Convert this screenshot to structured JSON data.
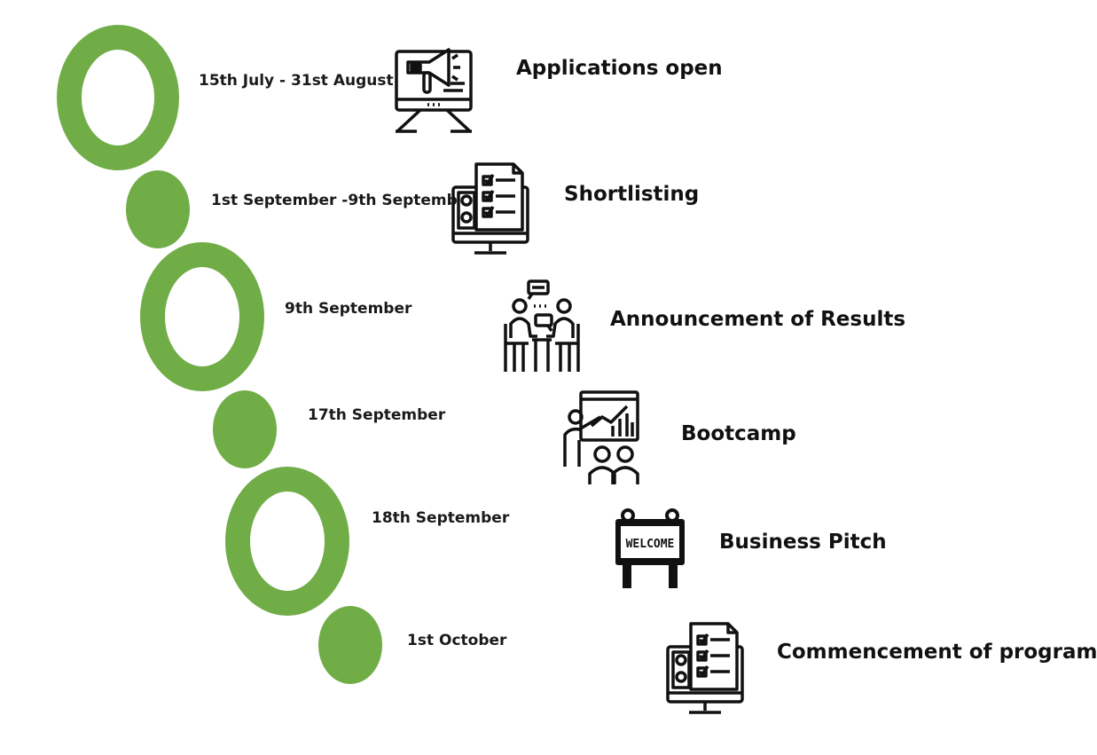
{
  "colors": {
    "accent": "#70AD47",
    "ink": "#111111"
  },
  "milestones": [
    {
      "date": "15th July - 31st August",
      "title": "Applications open",
      "icon": "megaphone-monitor-icon",
      "marker": "ring"
    },
    {
      "date": "1st September -9th September",
      "title": "Shortlisting",
      "icon": "candidate-checklist-monitor-icon",
      "marker": "dot"
    },
    {
      "date": "9th September",
      "title": "Announcement of Results",
      "icon": "meeting-discussion-icon",
      "marker": "ring"
    },
    {
      "date": "17th September",
      "title": "Bootcamp",
      "icon": "presentation-audience-icon",
      "marker": "dot"
    },
    {
      "date": "18th September",
      "title": "Business Pitch",
      "icon": "welcome-sign-icon",
      "marker": "ring",
      "sign_text": "WELCOME"
    },
    {
      "date": "1st October",
      "title": "Commencement of program",
      "icon": "candidate-checklist-monitor-icon",
      "marker": "dot"
    }
  ]
}
